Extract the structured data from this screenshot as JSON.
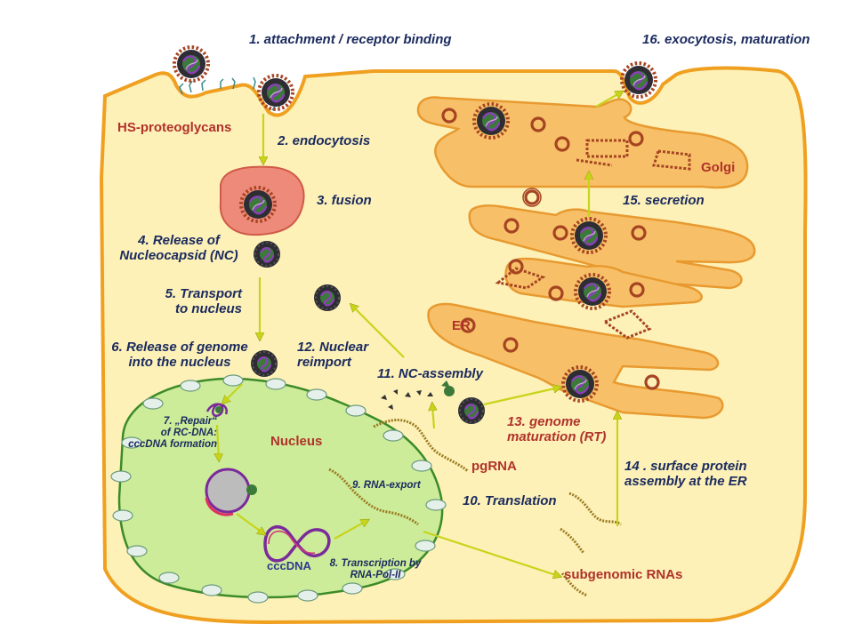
{
  "steps": {
    "s1": "1. attachment / receptor binding",
    "s2": "2. endocytosis",
    "s3": "3. fusion",
    "s4_l1": "4. Release of",
    "s4_l2": "Nucleocapsid (NC)",
    "s5_l1": "5. Transport",
    "s5_l2": "to nucleus",
    "s6_l1": "6. Release of genome",
    "s6_l2": "into the nucleus",
    "s7_l1": "7. „Repair“",
    "s7_l2": "of RC-DNA:",
    "s7_l3": "cccDNA formation",
    "s8_l1": "8. Transcription by",
    "s8_l2": "RNA-Pol-II",
    "s9": "9. RNA-export",
    "s10": "10. Translation",
    "s11": "11. NC-assembly",
    "s12_l1": "12. Nuclear",
    "s12_l2": "reimport",
    "s13_l1": "13. genome",
    "s13_l2": "maturation (RT)",
    "s14_l1": "14 . surface protein",
    "s14_l2": "assembly at the ER",
    "s15": "15. secretion",
    "s16": "16. exocytosis, maturation"
  },
  "labels": {
    "hs": "HS-proteoglycans",
    "nucleus": "Nucleus",
    "cccdna": "cccDNA",
    "pgrna": "pgRNA",
    "subgenomic": "subgenomic RNAs",
    "er": "ER",
    "golgi": "Golgi"
  },
  "colors": {
    "cell_fill": "#fdf1b8",
    "cell_border": "#f0a020",
    "nucleus_fill": "#ccec9a",
    "nucleus_border": "#3c8a28",
    "organelle_fill": "#f7c068",
    "endosome_fill": "#ee8a7a",
    "arrow": "#c8d41a",
    "virus_spike": "#a64422",
    "label_text": "#1a2a5e",
    "label_red": "#b0322a"
  }
}
